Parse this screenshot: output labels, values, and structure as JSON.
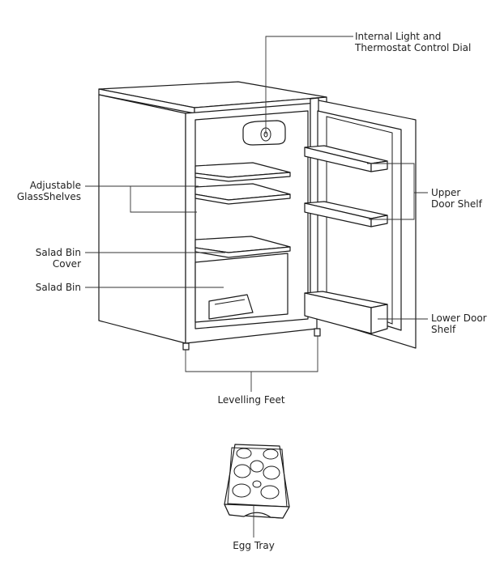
{
  "labels": {
    "internal_light": [
      "Internal Light and",
      "Thermostat Control Dial"
    ],
    "adjustable_shelves": [
      "Adjustable",
      "GlassShelves"
    ],
    "upper_door_shelf": [
      "Upper",
      "Door Shelf"
    ],
    "salad_bin_cover": [
      "Salad Bin",
      "Cover"
    ],
    "salad_bin": [
      "Salad Bin"
    ],
    "lower_door_shelf": [
      "Lower Door",
      "Shelf"
    ],
    "levelling_feet": [
      "Levelling Feet"
    ],
    "egg_tray": [
      "Egg Tray"
    ]
  },
  "colors": {
    "line": "#1a1a1a",
    "text": "#222222",
    "background": "#ffffff"
  }
}
